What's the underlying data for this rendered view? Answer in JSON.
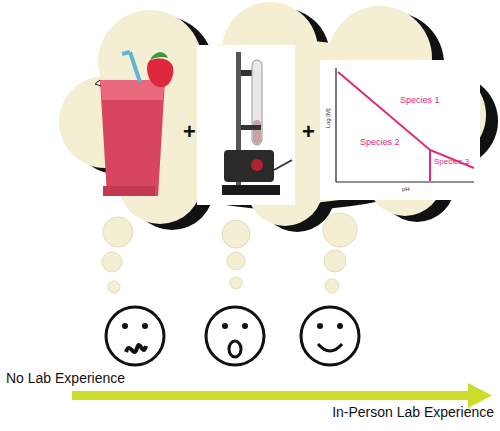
{
  "diagram": {
    "labels": [
      "+",
      "+",
      "Species 1",
      "Species 2",
      "Species 3",
      "Log [M]",
      "pH",
      "No Lab Experience",
      "In-Person Lab Experience"
    ]
  }
}
